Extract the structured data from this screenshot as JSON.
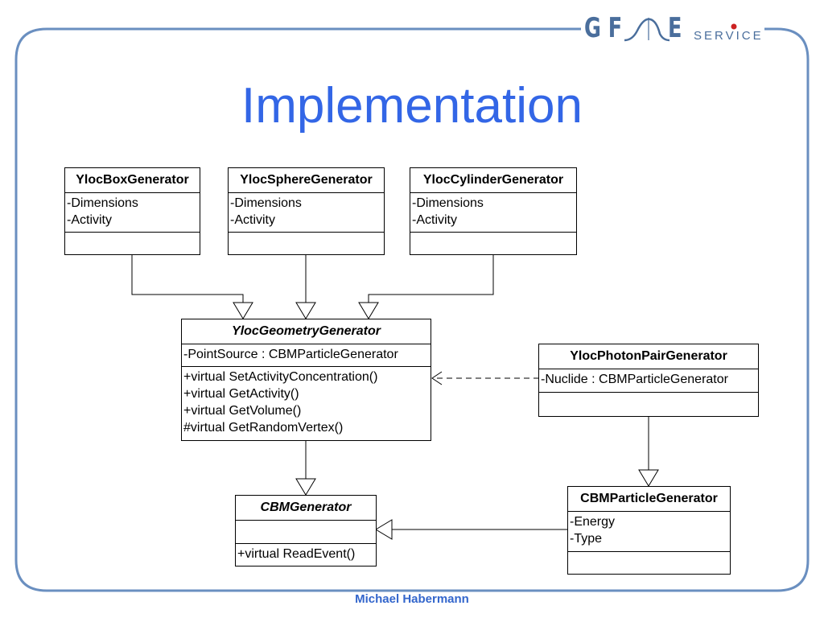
{
  "slide": {
    "title": "Implementation",
    "footer": "Michael Habermann"
  },
  "logo": {
    "left_letters": "G F",
    "right_letter": "E",
    "subtitle": "SERVICE",
    "accent_color": "#cc2222",
    "brand_color": "#4a6e9c"
  },
  "colors": {
    "frame": "#6a8fc0",
    "title": "#3366e6",
    "footer": "#3366cc"
  },
  "classes": {
    "box": {
      "name": "YlocBoxGenerator",
      "attributes": [
        "-Dimensions",
        "-Activity"
      ],
      "methods": []
    },
    "sphere": {
      "name": "YlocSphereGenerator",
      "attributes": [
        "-Dimensions",
        "-Activity"
      ],
      "methods": []
    },
    "cylinder": {
      "name": "YlocCylinderGenerator",
      "attributes": [
        "-Dimensions",
        "-Activity"
      ],
      "methods": []
    },
    "geometry": {
      "name": "YlocGeometryGenerator",
      "abstract": true,
      "attributes": [
        "-PointSource : CBMParticleGenerator"
      ],
      "methods": [
        "+virtual SetActivityConcentration()",
        "+virtual GetActivity()",
        "+virtual GetVolume()",
        "#virtual GetRandomVertex()"
      ]
    },
    "photon": {
      "name": "YlocPhotonPairGenerator",
      "attributes": [
        "-Nuclide : CBMParticleGenerator"
      ],
      "methods": []
    },
    "cbmgen": {
      "name": "CBMGenerator",
      "abstract": true,
      "attributes": [],
      "methods": [
        "+virtual ReadEvent()"
      ]
    },
    "particle": {
      "name": "CBMParticleGenerator",
      "attributes": [
        "-Energy",
        "-Type"
      ],
      "methods": []
    }
  },
  "relations": [
    {
      "from": "box",
      "to": "geometry",
      "kind": "generalization"
    },
    {
      "from": "sphere",
      "to": "geometry",
      "kind": "generalization"
    },
    {
      "from": "cylinder",
      "to": "geometry",
      "kind": "generalization"
    },
    {
      "from": "geometry",
      "to": "cbmgen",
      "kind": "generalization"
    },
    {
      "from": "photon",
      "to": "geometry",
      "kind": "dependency"
    },
    {
      "from": "photon",
      "to": "particle",
      "kind": "generalization"
    },
    {
      "from": "particle",
      "to": "cbmgen",
      "kind": "generalization"
    }
  ]
}
